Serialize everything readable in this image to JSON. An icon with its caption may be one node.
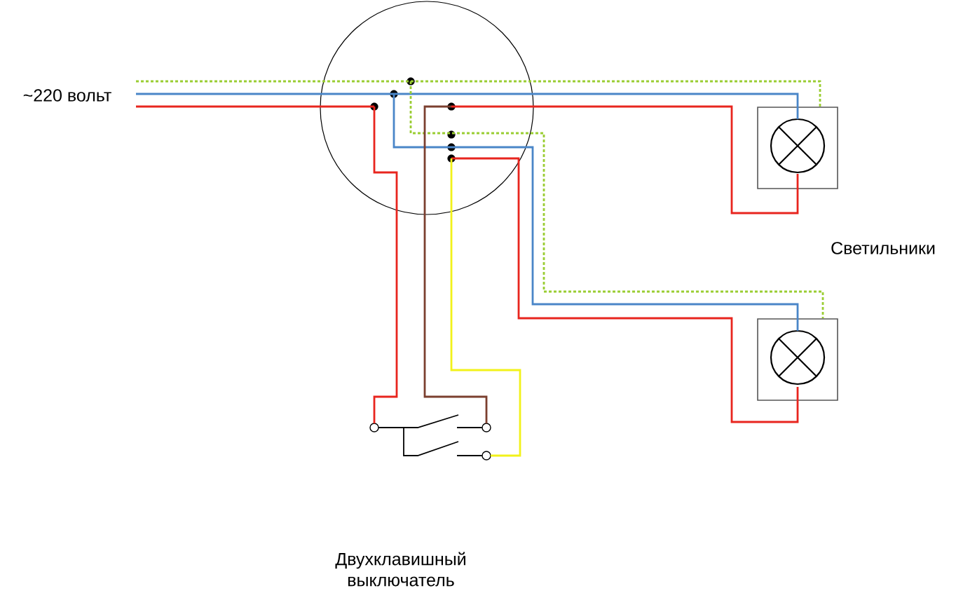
{
  "diagram": {
    "nodes": [
      {
        "text": [
          "~220 вольт"
        ]
      },
      {
        "text": [],
        "shape": "circle"
      },
      {
        "text": [],
        "shape": "picture"
      },
      {
        "text": [],
        "shape": "picture"
      },
      {
        "text": [],
        "shape": "picture"
      }
    ],
    "edges": [
      {
        "from": 0,
        "to": 1,
        "arrow": "none",
        "style": "dashed",
        "color": "#9acd32"
      },
      {
        "from": 0,
        "to": 1,
        "arrow": "none",
        "color": "#4a86c8"
      },
      {
        "from": 0,
        "to": 1,
        "arrow": "none"
      },
      {
        "from": 1,
        "to": 2,
        "arrow": "none",
        "style": "dashed",
        "color": "#9acd32"
      },
      {
        "from": 1,
        "to": 2,
        "arrow": "none",
        "color": "#4a86c8"
      },
      {
        "from": 1,
        "to": 2,
        "arrow": "none"
      },
      {
        "from": 1,
        "to": 3,
        "arrow": "none",
        "style": "dashed",
        "color": "#9acd32"
      },
      {
        "from": 1,
        "to": 3,
        "arrow": "none",
        "color": "#4a86c8"
      },
      {
        "from": 1,
        "to": 3,
        "arrow": "none"
      },
      {
        "from": 1,
        "to": 4,
        "arrow": "none"
      },
      {
        "from": 1,
        "to": 4,
        "arrow": "none",
        "color": "#7b3f2f"
      },
      {
        "from": 1,
        "to": 4,
        "arrow": "none",
        "color": "#f2f21a"
      }
    ],
    "labels": [
      "Светильники",
      "Двухклавишный выключатель"
    ]
  }
}
